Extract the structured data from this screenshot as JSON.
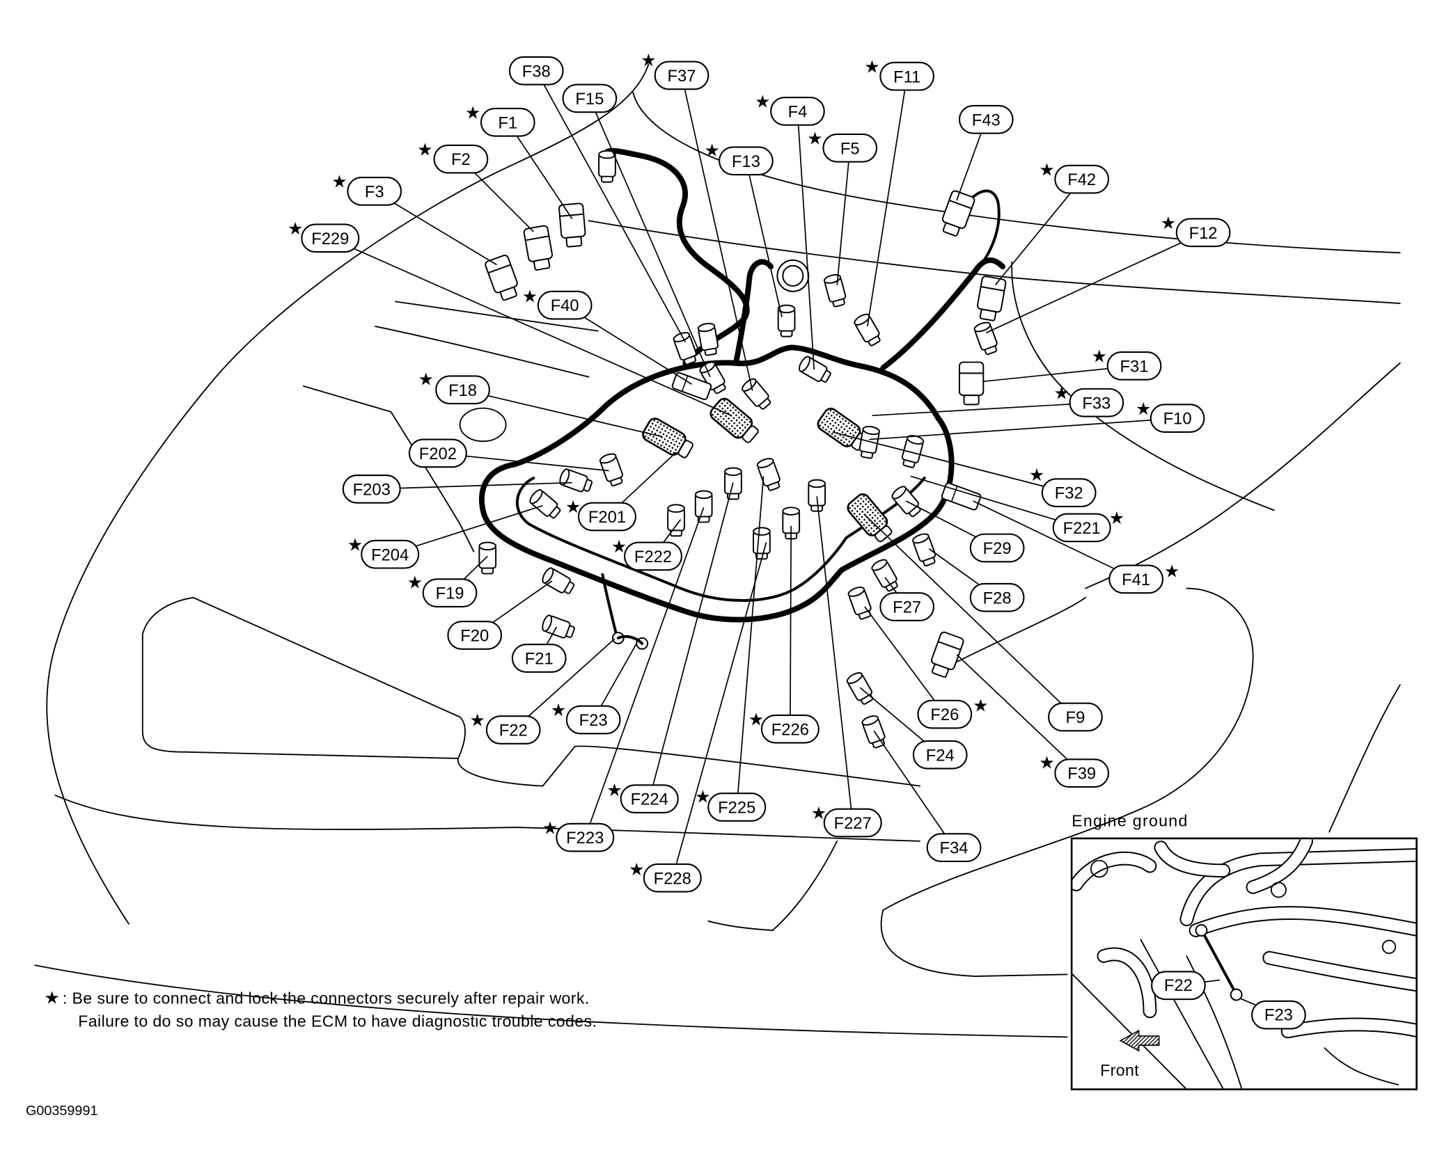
{
  "marker": "★",
  "labels": [
    {
      "text": "F38",
      "starred": false
    },
    {
      "text": "F37",
      "starred": true
    },
    {
      "text": "F15",
      "starred": false
    },
    {
      "text": "F1",
      "starred": true
    },
    {
      "text": "F2",
      "starred": true
    },
    {
      "text": "F3",
      "starred": true
    },
    {
      "text": "F229",
      "starred": true
    },
    {
      "text": "F40",
      "starred": true
    },
    {
      "text": "F13",
      "starred": true
    },
    {
      "text": "F4",
      "starred": true
    },
    {
      "text": "F5",
      "starred": true
    },
    {
      "text": "F11",
      "starred": true
    },
    {
      "text": "F43",
      "starred": false
    },
    {
      "text": "F42",
      "starred": true
    },
    {
      "text": "F12",
      "starred": true
    },
    {
      "text": "F31",
      "starred": true
    },
    {
      "text": "F33",
      "starred": true
    },
    {
      "text": "F10",
      "starred": true
    },
    {
      "text": "F32",
      "starred": true
    },
    {
      "text": "F221",
      "starred": true
    },
    {
      "text": "F41",
      "starred": true
    },
    {
      "text": "F29",
      "starred": false
    },
    {
      "text": "F28",
      "starred": false
    },
    {
      "text": "F27",
      "starred": false
    },
    {
      "text": "F9",
      "starred": false
    },
    {
      "text": "F26",
      "starred": true
    },
    {
      "text": "F39",
      "starred": true
    },
    {
      "text": "F24",
      "starred": false
    },
    {
      "text": "F34",
      "starred": false
    },
    {
      "text": "F227",
      "starred": true
    },
    {
      "text": "F226",
      "starred": true
    },
    {
      "text": "F225",
      "starred": true
    },
    {
      "text": "F224",
      "starred": true
    },
    {
      "text": "F228",
      "starred": true
    },
    {
      "text": "F223",
      "starred": true
    },
    {
      "text": "F23",
      "starred": true
    },
    {
      "text": "F22",
      "starred": true
    },
    {
      "text": "F21",
      "starred": false
    },
    {
      "text": "F20",
      "starred": false
    },
    {
      "text": "F19",
      "starred": true
    },
    {
      "text": "F204",
      "starred": true
    },
    {
      "text": "F203",
      "starred": false
    },
    {
      "text": "F202",
      "starred": false
    },
    {
      "text": "F201",
      "starred": true
    },
    {
      "text": "F222",
      "starred": true
    },
    {
      "text": "F18",
      "starred": true
    }
  ],
  "footnote": {
    "marker": "★",
    "line1": ": Be sure to connect and lock the connectors securely after repair work.",
    "line2": "Failure to do so may cause the ECM to have diagnostic trouble codes."
  },
  "inset": {
    "title": "Engine ground",
    "labels": [
      "F22",
      "F23"
    ],
    "direction": "Front"
  },
  "figure_id": "G00359991"
}
